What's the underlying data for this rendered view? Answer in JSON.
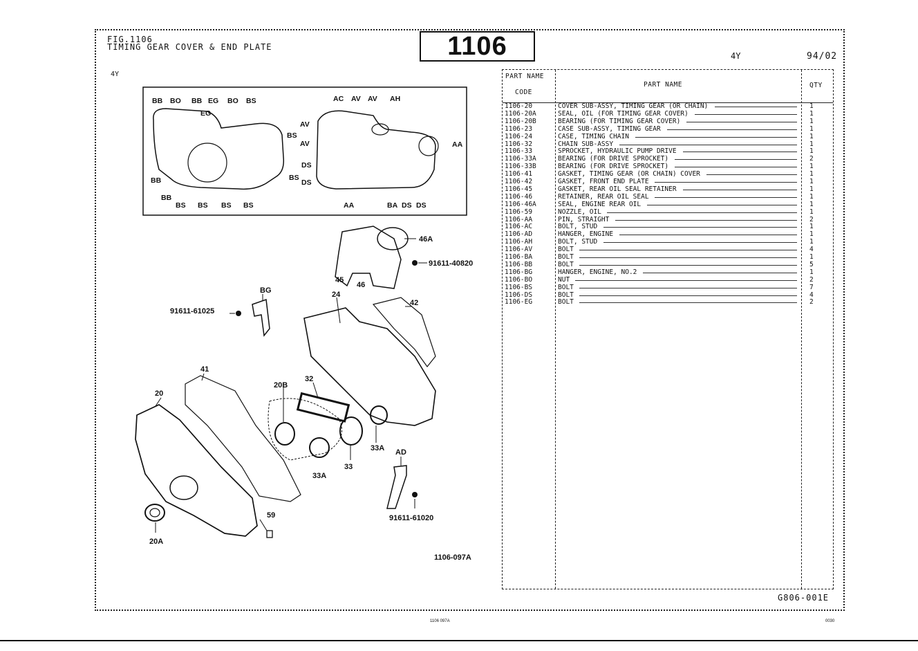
{
  "header": {
    "fig_line1": "FIG.1106",
    "fig_line2": "TIMING GEAR COVER & END PLATE",
    "fig_number": "1106",
    "model": "4Y",
    "date": "94/02",
    "model_left": "4Y"
  },
  "table": {
    "header_code_line1": "PART NAME",
    "header_code_line2": "CODE",
    "header_name": "PART  NAME",
    "header_qty": "QTY",
    "rows": [
      {
        "code": "1106-20",
        "name": "COVER SUB-ASSY, TIMING GEAR (OR CHAIN)",
        "qty": "1"
      },
      {
        "code": "1106-20A",
        "name": "SEAL, OIL (FOR TIMING GEAR COVER)",
        "qty": "1"
      },
      {
        "code": "1106-20B",
        "name": "BEARING (FOR TIMING GEAR COVER)",
        "qty": "1"
      },
      {
        "code": "1106-23",
        "name": "CASE SUB-ASSY, TIMING GEAR",
        "qty": "1"
      },
      {
        "code": "1106-24",
        "name": "CASE, TIMING CHAIN",
        "qty": "1"
      },
      {
        "code": "1106-32",
        "name": "CHAIN SUB-ASSY",
        "qty": "1"
      },
      {
        "code": "1106-33",
        "name": "SPROCKET, HYDRAULIC PUMP DRIVE",
        "qty": "1"
      },
      {
        "code": "1106-33A",
        "name": "BEARING (FOR DRIVE SPROCKET)",
        "qty": "2"
      },
      {
        "code": "1106-33B",
        "name": "BEARING (FOR DRIVE SPROCKET)",
        "qty": "1"
      },
      {
        "code": "1106-41",
        "name": "GASKET, TIMING GEAR (OR CHAIN) COVER",
        "qty": "1"
      },
      {
        "code": "1106-42",
        "name": "GASKET, FRONT END PLATE",
        "qty": "1"
      },
      {
        "code": "1106-45",
        "name": "GASKET, REAR OIL SEAL RETAINER",
        "qty": "1"
      },
      {
        "code": "1106-46",
        "name": "RETAINER, REAR OIL SEAL",
        "qty": "1"
      },
      {
        "code": "1106-46A",
        "name": "SEAL, ENGINE REAR OIL",
        "qty": "1"
      },
      {
        "code": "1106-59",
        "name": "NOZZLE, OIL",
        "qty": "1"
      },
      {
        "code": "1106-AA",
        "name": "PIN, STRAIGHT",
        "qty": "2"
      },
      {
        "code": "1106-AC",
        "name": "BOLT, STUD",
        "qty": "1"
      },
      {
        "code": "1106-AD",
        "name": "HANGER, ENGINE",
        "qty": "1"
      },
      {
        "code": "1106-AH",
        "name": "BOLT, STUD",
        "qty": "1"
      },
      {
        "code": "1106-AV",
        "name": "BOLT",
        "qty": "4"
      },
      {
        "code": "1106-BA",
        "name": "BOLT",
        "qty": "1"
      },
      {
        "code": "1106-BB",
        "name": "BOLT",
        "qty": "5"
      },
      {
        "code": "1106-BG",
        "name": "HANGER, ENGINE, NO.2",
        "qty": "1"
      },
      {
        "code": "1106-BO",
        "name": "NUT",
        "qty": "2"
      },
      {
        "code": "1106-BS",
        "name": "BOLT",
        "qty": "7"
      },
      {
        "code": "1106-DS",
        "name": "BOLT",
        "qty": "4"
      },
      {
        "code": "1106-EG",
        "name": "BOLT",
        "qty": "2"
      }
    ]
  },
  "diagram": {
    "inset_labels_left": [
      "BB",
      "BO",
      "BB",
      "EG",
      "BO",
      "BS",
      "EG",
      "BS",
      "BB",
      "BB",
      "BS",
      "BS",
      "BS",
      "BS",
      "BS"
    ],
    "inset_labels_right": [
      "AC",
      "AV",
      "AV",
      "AH",
      "AV",
      "AV",
      "AA",
      "DS",
      "DS",
      "AA",
      "BA",
      "DS",
      "DS"
    ],
    "callouts": {
      "p46A": "46A",
      "bolt1": "91611-40820",
      "p45": "45",
      "p46": "46",
      "pBG": "BG",
      "bolt2": "91611-61025",
      "p24": "24",
      "p42": "42",
      "p41": "41",
      "p20": "20",
      "p20B": "20B",
      "p32": "32",
      "p33A_a": "33A",
      "p33A_b": "33A",
      "p33": "33",
      "pAD": "AD",
      "bolt3": "91611-61020",
      "p59": "59",
      "p20A": "20A",
      "illus": "1106-097A"
    }
  },
  "footer": {
    "code": "G806-001E",
    "bottom_left": "1106  097A",
    "bottom_right": "0030"
  }
}
